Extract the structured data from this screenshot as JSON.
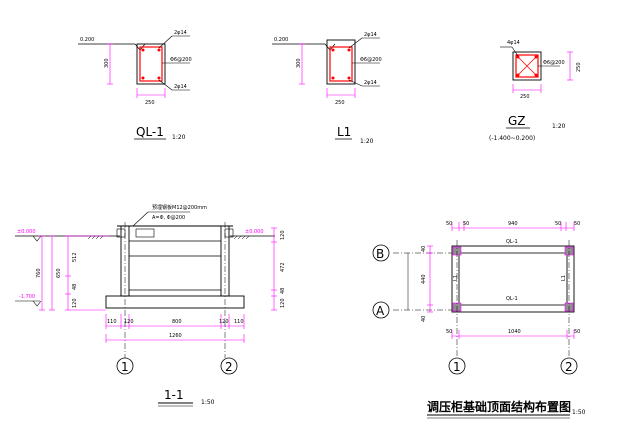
{
  "details": {
    "ql1": {
      "label": "QL-1",
      "scale": "1:20",
      "level": "0.200",
      "top_rebar": "2φ14",
      "stirrup": "Φ6@200",
      "bottom_rebar": "2φ14",
      "height": "300",
      "width": "250"
    },
    "l1": {
      "label": "L1",
      "scale": "1:20",
      "level": "0.200",
      "top_rebar": "2φ14",
      "stirrup": "Φ6@200",
      "bottom_rebar": "2φ14",
      "height": "300",
      "width": "250"
    },
    "gz": {
      "label": "GZ",
      "scale": "1:20",
      "range": "(-1.400~0.200)",
      "rebar": "4φ14",
      "stirrup": "Φ6@200",
      "height": "250",
      "width": "250"
    }
  },
  "section": {
    "label": "1-1",
    "scale": "1:50",
    "level_top": "±0.000",
    "level_top_right": "±0.000",
    "level_bottom": "-1.700",
    "note_line1": "预埋钢板M12@200mm",
    "note_line2": "A=Φ, Φ@200",
    "dims_left": {
      "total": "760",
      "upper": "650",
      "mid": "512",
      "gap": "48",
      "base": "120"
    },
    "dims_right": {
      "top": "120",
      "mid": "472",
      "gap": "48",
      "base": "120"
    },
    "dims_bottom": {
      "a": "110",
      "b": "120",
      "c": "800",
      "d": "120",
      "e": "110",
      "total": "1260"
    },
    "axis_1": "1",
    "axis_2": "2"
  },
  "plan": {
    "title": "调压柜基础顶面结构布置图",
    "scale": "1:50",
    "axis_a": "A",
    "axis_b": "B",
    "axis_1": "1",
    "axis_2": "2",
    "beam_top": "QL-1",
    "beam_bottom": "QL-1",
    "beam_left": "L1",
    "beam_right": "L1",
    "dims_top": {
      "a": "50",
      "b": "50",
      "c": "940",
      "d": "50",
      "e": "50"
    },
    "dims_left": {
      "a": "40",
      "b": "440",
      "c": "40"
    },
    "dims_bottom": {
      "a": "50",
      "b": "1040",
      "c": "50"
    }
  },
  "colors": {
    "dim": "#ff00ff",
    "line": "#000000",
    "rebar": "#ff0000",
    "fill": "#909090"
  }
}
